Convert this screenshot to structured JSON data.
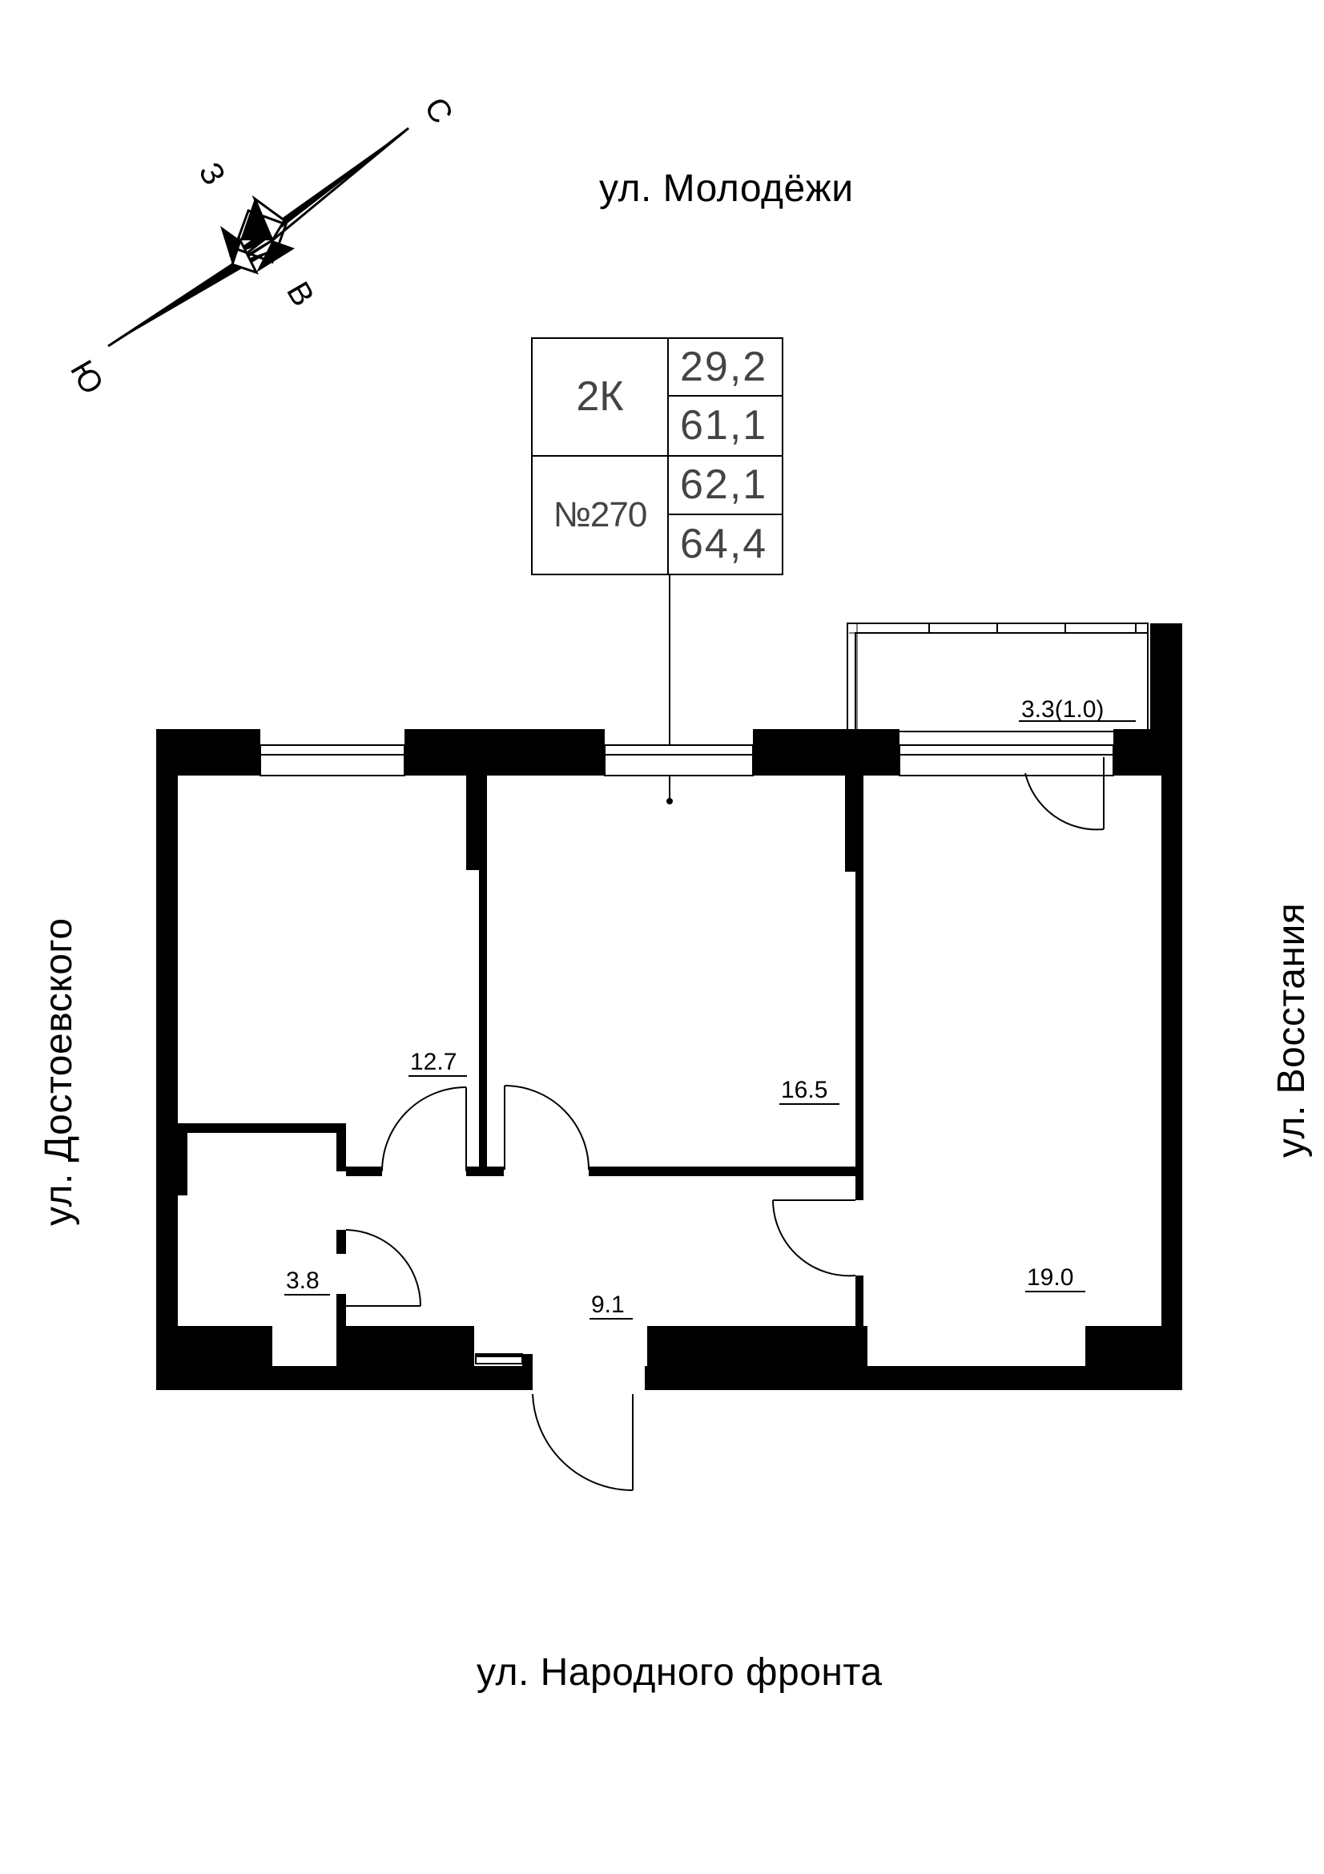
{
  "streets": {
    "top": "ул. Молодёжи",
    "bottom": "ул. Народного фронта",
    "left": "ул. Достоевского",
    "right": "ул. Восстания"
  },
  "compass": {
    "north": "С",
    "west": "З",
    "east": "В",
    "south": "Ю"
  },
  "apartment": {
    "type": "2К",
    "number": "№270",
    "values": [
      "29,2",
      "61,1",
      "62,1",
      "64,4"
    ]
  },
  "rooms": {
    "balcony": "3.3(1.0)",
    "room_left": "12.7",
    "room_middle": "16.5",
    "room_right": "19.0",
    "bathroom": "3.8",
    "hall": "9.1"
  }
}
